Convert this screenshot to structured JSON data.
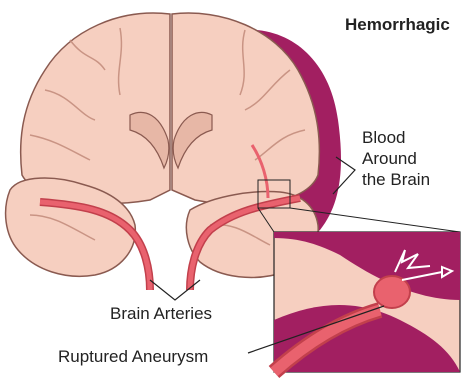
{
  "title": "Hemorrhagic",
  "labels": {
    "blood_around_brain": [
      "Blood",
      "Around",
      "the Brain"
    ],
    "brain_arteries": "Brain Arteries",
    "ruptured_aneurysm": "Ruptured Aneurysm"
  },
  "colors": {
    "brain_tissue": "#f6cfc0",
    "brain_outline": "#8a5a50",
    "gyri_lines": "#c99484",
    "ventricle": "#e7b7a6",
    "artery": "#e9626e",
    "artery_dark": "#c2404c",
    "blood": "#a21f61",
    "label_line": "#222222"
  }
}
